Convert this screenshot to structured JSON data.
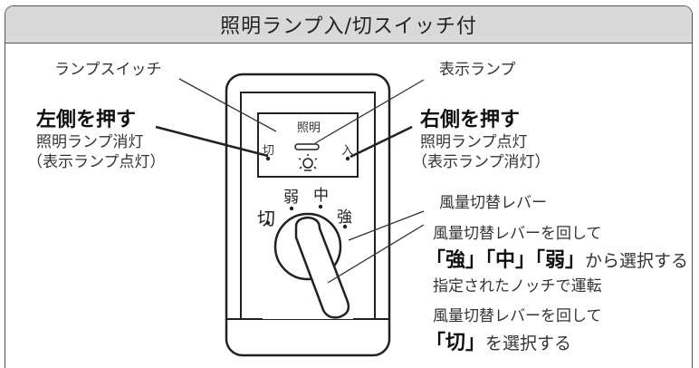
{
  "title": "照明ランプ入/切スイッチ付",
  "labels": {
    "lamp_switch": "ランプスイッチ",
    "indicator_lamp": "表示ランプ",
    "left_press": "左側を押す",
    "left_desc1": "照明ランプ消灯",
    "left_desc2": "（表示ランプ点灯）",
    "right_press": "右側を押す",
    "right_desc1": "照明ランプ点灯",
    "right_desc2": "（表示ランプ消灯）",
    "lever_name": "風量切替レバー",
    "lever_turn1": "風量切替レバーを回して",
    "select_strong_mid_weak": "「強」「中」「弱」",
    "select_from": "から選択する",
    "notch_run": "指定されたノッチで運転",
    "lever_turn2": "風量切替レバーを回して",
    "select_off": "「切」",
    "select_off_tail": "を選択する"
  },
  "panel": {
    "light_label": "照明",
    "off": "切",
    "on": "入",
    "dial_off": "切",
    "dial_weak": "弱",
    "dial_mid": "中",
    "dial_strong": "強"
  }
}
